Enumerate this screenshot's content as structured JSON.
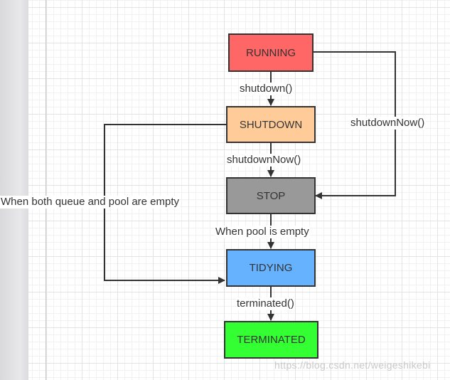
{
  "diagram": {
    "nodes": [
      {
        "id": "running",
        "label": "RUNNING",
        "fill": "#ff6666"
      },
      {
        "id": "shutdown",
        "label": "SHUTDOWN",
        "fill": "#ffcc99"
      },
      {
        "id": "stop",
        "label": "STOP",
        "fill": "#999999"
      },
      {
        "id": "tidying",
        "label": "TIDYING",
        "fill": "#66b2ff"
      },
      {
        "id": "terminated",
        "label": "TERMINATED",
        "fill": "#33ff33"
      }
    ],
    "edges": [
      {
        "from": "running",
        "to": "shutdown",
        "label": "shutdown()"
      },
      {
        "from": "shutdown",
        "to": "stop",
        "label": "shutdownNow()"
      },
      {
        "from": "stop",
        "to": "tidying",
        "label": "When pool is empty"
      },
      {
        "from": "tidying",
        "to": "terminated",
        "label": "terminated()"
      },
      {
        "from": "running",
        "to": "stop",
        "label": "shutdownNow()"
      },
      {
        "from": "shutdown",
        "to": "tidying",
        "label": "When both queue and pool are empty"
      }
    ]
  },
  "watermark": "https://blog.csdn.net/weigeshikebi",
  "colors": {
    "stroke": "#333333",
    "text": "#333333",
    "grid": "#e3e3e3"
  }
}
